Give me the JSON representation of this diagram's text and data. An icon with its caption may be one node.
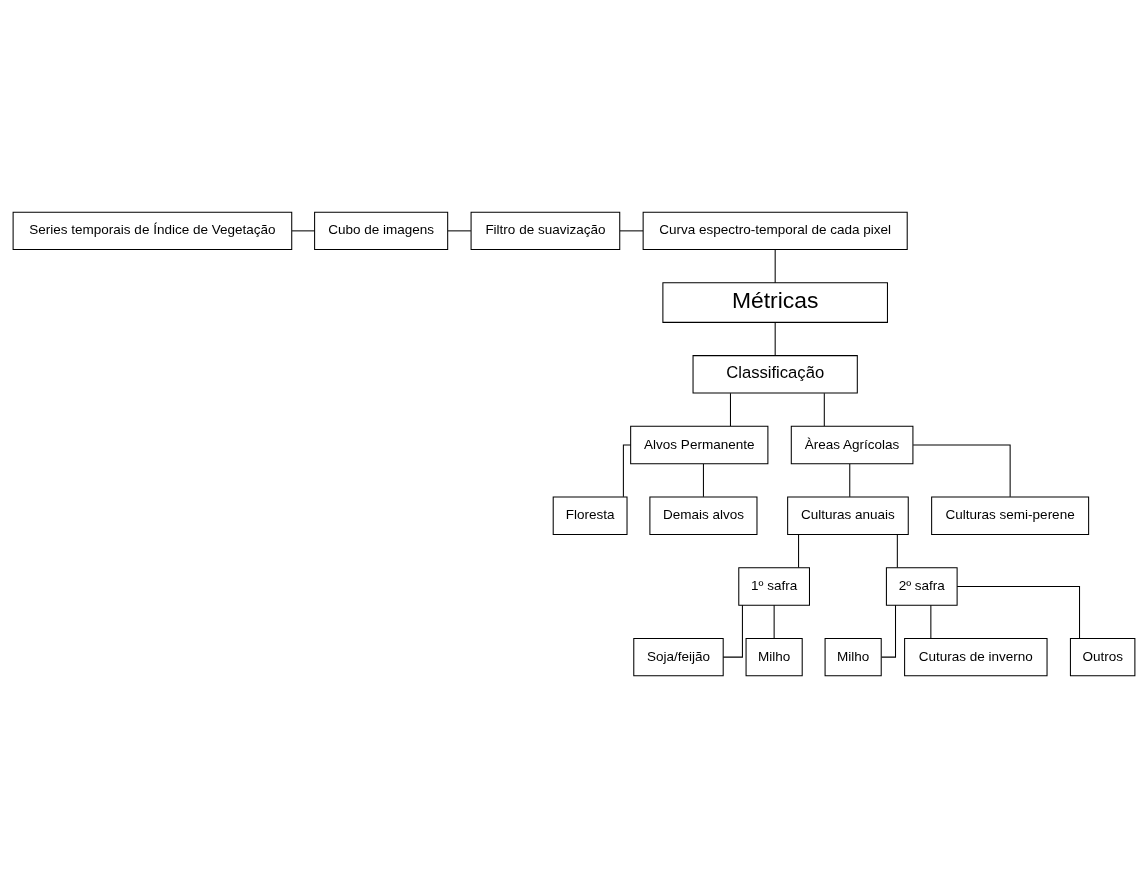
{
  "diagram": {
    "nodes": [
      {
        "text": [
          "Series temporais de Índice de Vegetação"
        ]
      },
      {
        "text": [
          "Cubo de imagens"
        ]
      },
      {
        "text": [
          "Filtro de suavização"
        ]
      },
      {
        "text": [
          "Curva espectro-temporal de cada pixel"
        ]
      },
      {
        "text": [
          "Métricas"
        ]
      },
      {
        "text": [
          "Classificação"
        ]
      },
      {
        "text": [
          "Alvos Permanente"
        ]
      },
      {
        "text": [
          "Àreas Agrícolas"
        ]
      },
      {
        "text": [
          "Floresta"
        ]
      },
      {
        "text": [
          "Demais alvos"
        ]
      },
      {
        "text": [
          "Culturas anuais"
        ]
      },
      {
        "text": [
          "Culturas semi-perene"
        ]
      },
      {
        "text": [
          "1º safra"
        ]
      },
      {
        "text": [
          "2º safra"
        ]
      },
      {
        "text": [
          "Soja/feijão"
        ]
      },
      {
        "text": [
          "Milho"
        ]
      },
      {
        "text": [
          "Milho"
        ]
      },
      {
        "text": [
          "Cuturas de inverno"
        ]
      },
      {
        "text": [
          "Outros"
        ]
      }
    ],
    "edges": [
      {
        "from": 0,
        "to": 1,
        "arrow": "none"
      },
      {
        "from": 1,
        "to": 2,
        "arrow": "none"
      },
      {
        "from": 2,
        "to": 3,
        "arrow": "none"
      },
      {
        "from": 3,
        "to": 4,
        "arrow": "none"
      },
      {
        "from": 4,
        "to": 5,
        "arrow": "none"
      },
      {
        "from": 5,
        "to": 6,
        "arrow": "none"
      },
      {
        "from": 5,
        "to": 7,
        "arrow": "none"
      },
      {
        "from": 6,
        "to": 8,
        "arrow": "none"
      },
      {
        "from": 6,
        "to": 9,
        "arrow": "none"
      },
      {
        "from": 7,
        "to": 10,
        "arrow": "none"
      },
      {
        "from": 7,
        "to": 11,
        "arrow": "none"
      },
      {
        "from": 10,
        "to": 12,
        "arrow": "none"
      },
      {
        "from": 10,
        "to": 13,
        "arrow": "none"
      },
      {
        "from": 12,
        "to": 14,
        "arrow": "none"
      },
      {
        "from": 12,
        "to": 15,
        "arrow": "none"
      },
      {
        "from": 13,
        "to": 16,
        "arrow": "none"
      },
      {
        "from": 13,
        "to": 17,
        "arrow": "none"
      },
      {
        "from": 13,
        "to": 18,
        "arrow": "none"
      }
    ]
  }
}
